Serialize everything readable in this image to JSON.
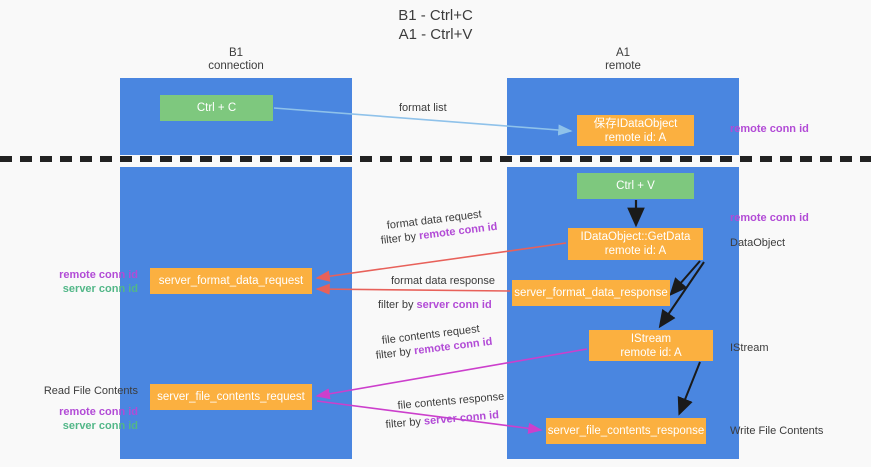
{
  "title": "B1 - Ctrl+C\nA1 - Ctrl+V",
  "columns": {
    "left": "B1\nconnection",
    "right": "A1\nremote"
  },
  "nodes": {
    "ctrl_c": "Ctrl + C",
    "save_idataobject": "保存IDataObject\nremote id: A",
    "ctrl_v": "Ctrl + V",
    "getdata": "IDataObject::GetData\nremote id: A",
    "server_format_data_request": "server_format_data_request",
    "server_format_data_response": "server_format_data_response",
    "istream": "IStream\nremote id: A",
    "server_file_contents_request": "server_file_contents_request",
    "server_file_contents_response": "server_file_contents_response"
  },
  "edges": {
    "format_list": "format list",
    "format_data_request": "format data request",
    "filter_by": "filter by ",
    "remote_conn_id": "remote conn id",
    "server_conn_id": "server conn id",
    "format_data_response": "format data response",
    "file_contents_request": "file contents request",
    "file_contents_response": "file contents response"
  },
  "annotations": {
    "remote_conn_id": "remote conn id",
    "server_conn_id": "server conn id",
    "dataobject": "DataObject",
    "istream": "IStream",
    "write_file_contents": "Write File Contents",
    "read_file_contents": "Read File Contents"
  },
  "colors": {
    "lane": "#4a86e0",
    "node_green": "#7ec87e",
    "node_orange": "#fbb040",
    "purple": "#b24bd6",
    "green_text": "#52b788",
    "arrow_light_blue": "#8fc2ea",
    "arrow_red": "#e8615a",
    "arrow_magenta": "#cc3fcc",
    "arrow_black": "#222222",
    "background": "#f9f9f9"
  }
}
